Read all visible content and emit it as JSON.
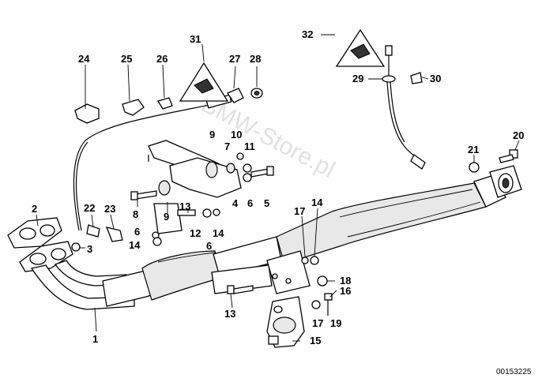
{
  "callouts": [
    {
      "id": "c1",
      "text": "1"
    },
    {
      "id": "c2",
      "text": "2"
    },
    {
      "id": "c3",
      "text": "3"
    },
    {
      "id": "c4",
      "text": "4"
    },
    {
      "id": "c5",
      "text": "5"
    },
    {
      "id": "c6a",
      "text": "6"
    },
    {
      "id": "c6b",
      "text": "6"
    },
    {
      "id": "c6c",
      "text": "6"
    },
    {
      "id": "c7",
      "text": "7"
    },
    {
      "id": "c8",
      "text": "8"
    },
    {
      "id": "c9a",
      "text": "9"
    },
    {
      "id": "c9b",
      "text": "9"
    },
    {
      "id": "c10",
      "text": "10"
    },
    {
      "id": "c11",
      "text": "11"
    },
    {
      "id": "c12",
      "text": "12"
    },
    {
      "id": "c13a",
      "text": "13"
    },
    {
      "id": "c13b",
      "text": "13"
    },
    {
      "id": "c14a",
      "text": "14"
    },
    {
      "id": "c14b",
      "text": "14"
    },
    {
      "id": "c14c",
      "text": "14"
    },
    {
      "id": "c15",
      "text": "15"
    },
    {
      "id": "c16",
      "text": "16"
    },
    {
      "id": "c17a",
      "text": "17"
    },
    {
      "id": "c17b",
      "text": "17"
    },
    {
      "id": "c18",
      "text": "18"
    },
    {
      "id": "c19",
      "text": "19"
    },
    {
      "id": "c20",
      "text": "20"
    },
    {
      "id": "c21",
      "text": "21"
    },
    {
      "id": "c22",
      "text": "22"
    },
    {
      "id": "c23",
      "text": "23"
    },
    {
      "id": "c24",
      "text": "24"
    },
    {
      "id": "c25",
      "text": "25"
    },
    {
      "id": "c26",
      "text": "26"
    },
    {
      "id": "c27",
      "text": "27"
    },
    {
      "id": "c28",
      "text": "28"
    },
    {
      "id": "c29",
      "text": "29"
    },
    {
      "id": "c30",
      "text": "30"
    },
    {
      "id": "c31",
      "text": "31"
    },
    {
      "id": "c32",
      "text": "32"
    }
  ],
  "diagram_ref": "00153225",
  "watermark": "BMW-Store.pl",
  "icons": [
    "warning-triangle-icon",
    "warning-triangle-icon"
  ],
  "colors": {
    "line": "#000000",
    "background": "#ffffff",
    "watermark": "#c8c8c8"
  }
}
